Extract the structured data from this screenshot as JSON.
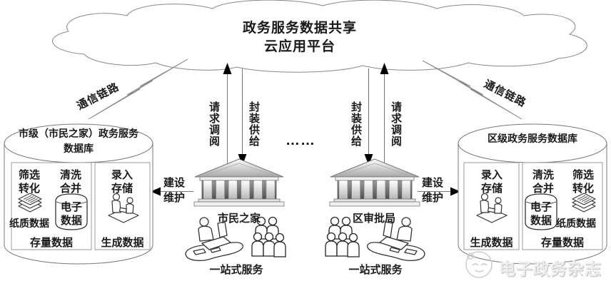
{
  "cloud": {
    "line1": "政务服务数据共享",
    "line2": "云应用平台"
  },
  "comm": {
    "left": "通信链路",
    "right": "通信链路"
  },
  "flow": {
    "left": {
      "request": "请求调阅",
      "supply": "封装供给"
    },
    "right": {
      "request": "请求调阅",
      "supply": "封装供给"
    },
    "dots": "……",
    "build1": "建设",
    "build2": "维护"
  },
  "db_left": {
    "title1": "市级（市民之家）政务服务",
    "title2": "数据库",
    "filter1": "筛选",
    "filter2": "转化",
    "clean1": "清洗",
    "clean2": "合并",
    "paper_label": "纸质数据",
    "edata1": "电子",
    "edata2": "数据",
    "stock_caption": "存量数据",
    "entry1": "录入",
    "entry2": "存储",
    "generated_caption": "生成数据"
  },
  "db_right": {
    "title": "区级政务服务数据库",
    "entry1": "录入",
    "entry2": "存储",
    "generated_caption": "生成数据",
    "clean1": "清洗",
    "clean2": "合并",
    "filter1": "筛选",
    "filter2": "转化",
    "edata1": "电子",
    "edata2": "数据",
    "paper_label": "纸质数据",
    "stock_caption": "存量数据"
  },
  "building_left": "市民之家",
  "building_right": "区审批局",
  "service": {
    "left": "一站式服务",
    "right": "一站式服务"
  },
  "watermark": "电子政务杂志",
  "icons": {
    "cloud": "cloud-shape",
    "comm_link": "lightning-zigzag",
    "building": "classical-temple",
    "paper_stack": "stacked-paper-sheets",
    "electronic_data": "small-data-cylinder",
    "entry_people": "people-at-entry-desk",
    "counter": "one-stop-service-counter",
    "crowd": "citizens-group",
    "watermark_logo": "magazine-mascot-circle"
  },
  "colors": {
    "ink": "#1a1a1a",
    "outline": "#888888",
    "box_border": "#999999",
    "arrow": "#000000",
    "watermark_text": "#ececec"
  }
}
